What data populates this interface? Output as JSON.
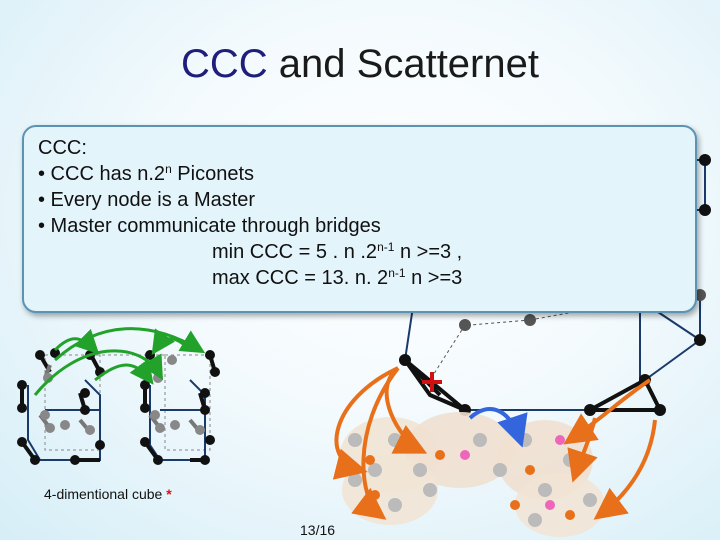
{
  "title": {
    "accent": "CCC",
    "rest": " and Scatternet"
  },
  "callout": {
    "heading": "CCC",
    "heading_colon": ":",
    "bullet1_a": "• CCC has n.2",
    "bullet1_sup": "n",
    "bullet1_b": " Piconets",
    "bullet2": "• Every node is a Master",
    "bullet3": "• Master communicate through bridges",
    "min_a": "min CCC = 5 . n .2",
    "min_sup": "n-1",
    "min_b": " n >=3 ,",
    "max_a": "max CCC = 13. n. 2",
    "max_sup": "n-1",
    "max_b": " n >=3"
  },
  "cube_label": {
    "text": "4-dimentional cube ",
    "star": "*"
  },
  "slide_number": "13/16",
  "colors": {
    "accent": "#1f1f7a",
    "orange_arrow": "#e8701a",
    "blue_arrow": "#3366dd",
    "green_arrow": "#22a22a",
    "cross": "#d11111"
  }
}
